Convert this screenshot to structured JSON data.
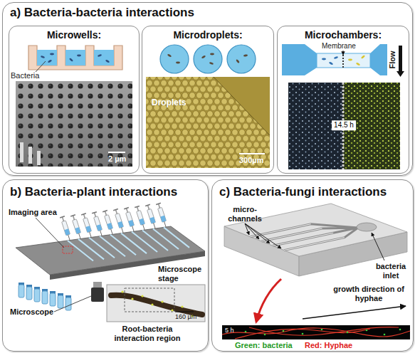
{
  "diagram": {
    "nodes": [
      {
        "text": [
          "a) Bacteria-bacteria interactions"
        ]
      },
      {
        "text": [
          "Microwells:"
        ],
        "in": 0
      },
      {
        "text": [
          "Microdroplets:"
        ],
        "in": 0
      },
      {
        "text": [
          "Microchambers:"
        ],
        "in": 0
      },
      {
        "text": [
          "b) Bacteria-plant interactions"
        ]
      },
      {
        "text": [
          "c) Bacteria-fungi interactions"
        ]
      }
    ],
    "labels": [
      "Bacteria",
      "2 µm",
      "Droplets",
      "300µm",
      "Membrane",
      "Flow",
      "14.5 h",
      "Imaging area",
      "Microscope stage",
      "Microscope",
      "Root-bacteria interaction region",
      "160 µm",
      "micro- channels",
      "bacteria inlet",
      "growth direction of hyphae",
      "5 h",
      "Green: bacteria",
      "Red: Hyphae"
    ]
  }
}
